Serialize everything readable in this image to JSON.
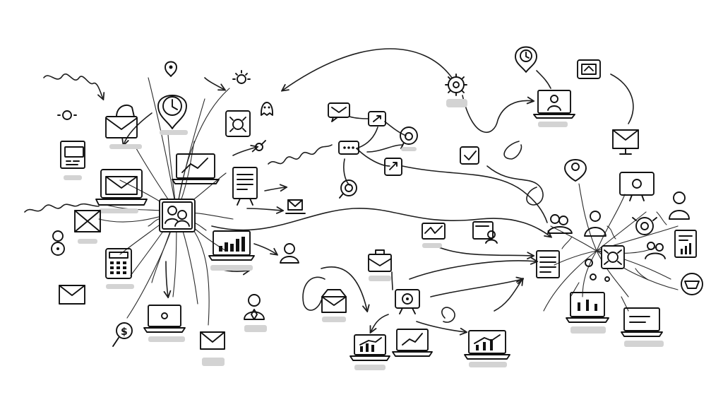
{
  "diagram": {
    "kind": "hand-drawn network of connected digital icons",
    "background": "#ffffff",
    "ink": "#1e1e1e",
    "placeholder_label_color": "#d3d3d3",
    "clusters": [
      {
        "name": "left-hub",
        "center_icon": "user-profile-icon"
      },
      {
        "name": "middle-chat",
        "center_icon": "chat-bubble-icon"
      },
      {
        "name": "right-hub",
        "center_icon": "bug-icon"
      }
    ],
    "icons": [
      "envelope-icon",
      "laptop-chart-icon",
      "laptop-mail-icon",
      "calculator-icon",
      "clock-pin-icon",
      "gear-icon",
      "document-icon",
      "user-icon",
      "dollar-coin-icon",
      "credit-card-icon",
      "monitor-icon",
      "ghost-icon",
      "target-icon",
      "chat-bubble-icon",
      "briefcase-icon",
      "webcam-icon",
      "printer-icon",
      "team-icon",
      "mail-stand-icon",
      "pin-icon"
    ],
    "text_labels": []
  }
}
